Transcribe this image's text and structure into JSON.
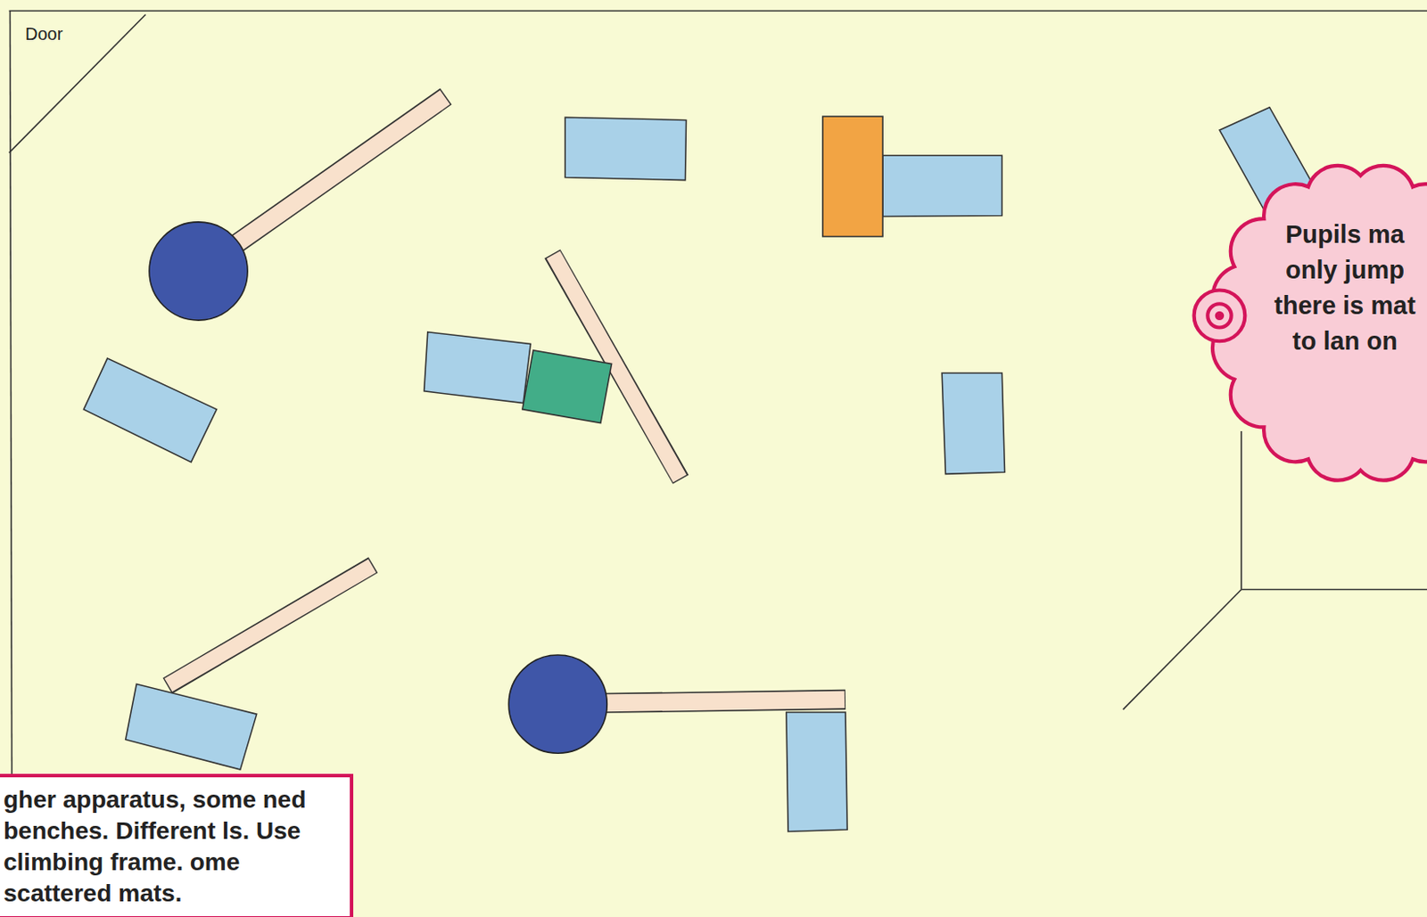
{
  "diagram": {
    "nodes": [
      {
        "text": [
          "Pupils ma only jump there is mat to lan on"
        ]
      },
      {
        "text": [
          "gher apparatus, some ned benches. Different ls. Use climbing frame. ome scattered mats."
        ]
      }
    ],
    "labels": [
      "Door"
    ]
  }
}
